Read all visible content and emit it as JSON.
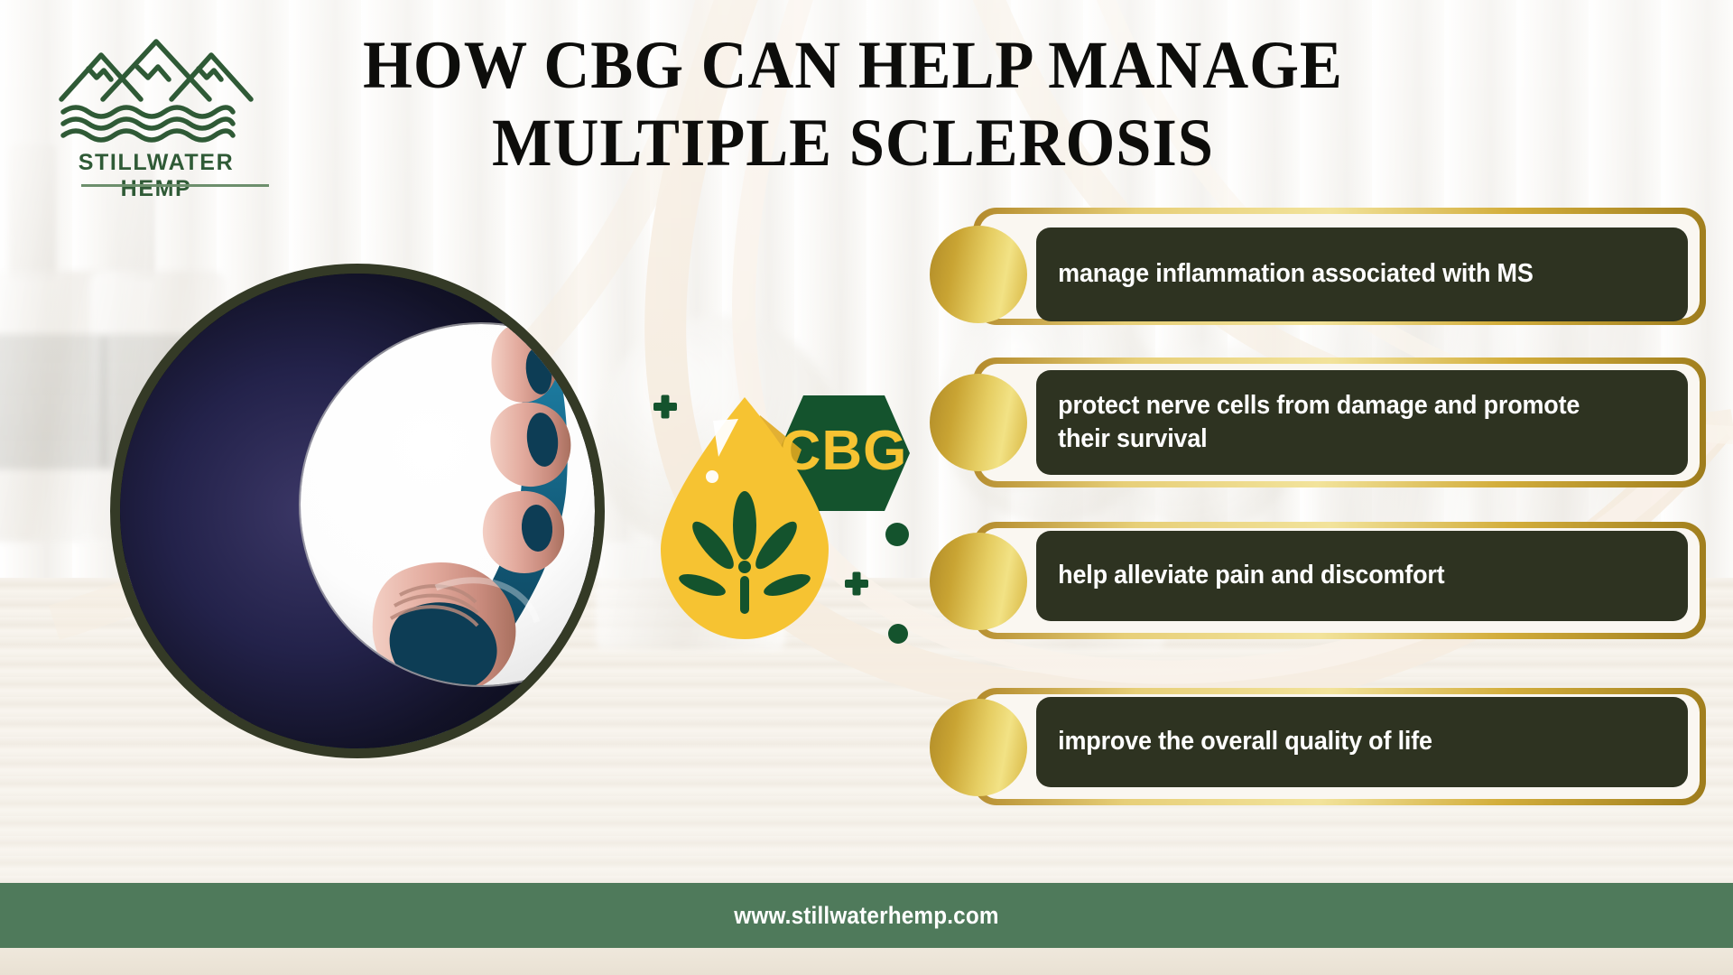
{
  "brand": {
    "logo_text": "STILLWATER HEMP",
    "logo_icon": "mountains-and-water-icon",
    "green": "#2f5a36"
  },
  "header": {
    "title_line1": "HOW CBG CAN HELP MANAGE",
    "title_line2": "MULTIPLE SCLEROSIS"
  },
  "illustration": {
    "name": "neurons-myelin-sheath-illustration",
    "magnifier_label": "damaged-myelin-closeup"
  },
  "cbg_badge": {
    "label": "CBG",
    "droplet_icon": "oil-droplet-icon",
    "leaf_icon": "hemp-leaf-icon",
    "hex_icon": "hexagon-badge-icon",
    "droplet_color": "#f6c332",
    "hex_color": "#14532d",
    "accent_green": "#14532d"
  },
  "benefits": {
    "heading": "",
    "items": [
      {
        "id": 1,
        "text": "manage inflammation associated with MS"
      },
      {
        "id": 2,
        "text": "protect nerve cells from damage and promote their survival"
      },
      {
        "id": 3,
        "text": "help alleviate pain and discomfort"
      },
      {
        "id": 4,
        "text": "improve the overall quality of life"
      }
    ],
    "box_color": "#2e3321",
    "frame_gold": "#d6b347",
    "circle_gold": "#d9b843"
  },
  "footer": {
    "url": "www.stillwaterhemp.com",
    "bar_color": "#4f7a5b"
  },
  "decor": {
    "halftone_color": "#4a5227",
    "swoosh_color": "#f0e2cf",
    "bottom_left_dots": "halftone-dots-bottom-left",
    "top_right_dots": "halftone-dots-top-right"
  }
}
